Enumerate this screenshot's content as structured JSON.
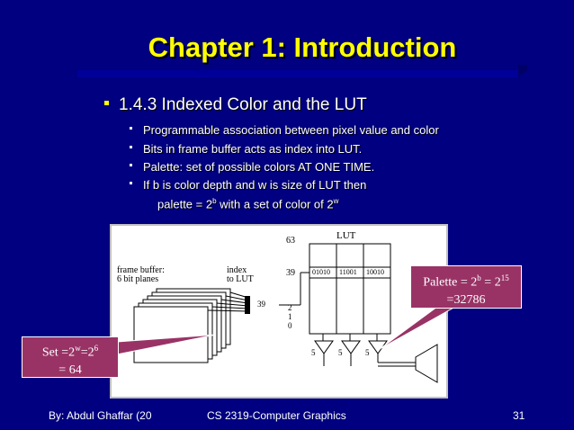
{
  "slide": {
    "title": "Chapter 1: Introduction",
    "main_bullet": "1.4.3 Indexed Color and the LUT",
    "sub_bullets": [
      "Programmable association between pixel value and color",
      "Bits in frame buffer acts as index into LUT.",
      "Palette: set of possible colors AT ONE TIME.",
      "If b is color depth and w is size of LUT then"
    ],
    "palette_line": {
      "prefix": "palette = 2",
      "exp_b": "b",
      "middle": " with a set of color of 2",
      "exp_w": "w"
    }
  },
  "diagram": {
    "frame_buffer_label": "frame buffer:",
    "bit_planes_label": "6 bit planes",
    "index_label": "index",
    "to_lut_label": "to LUT",
    "lut_label": "LUT",
    "index_63": "63",
    "index_39_left": "39",
    "index_39_mid": "39",
    "lut_row_bits": [
      "01010",
      "11001",
      "10010"
    ],
    "vertical_index": [
      "2",
      "1",
      "0"
    ],
    "output_labels": [
      "5",
      "5",
      "5"
    ]
  },
  "callouts": {
    "palette_line1": "Palette = 2",
    "palette_exp1": "b",
    "palette_eq": " = 2",
    "palette_exp2": "15",
    "palette_line2": "=32786",
    "set_line1_prefix": "Set =2",
    "set_exp_w": "w",
    "set_eq": "=2",
    "set_exp_6": "6",
    "set_line2": "= 64"
  },
  "footer": {
    "author": "By: Abdul Ghaffar (20",
    "course": "CS 2319-Computer Graphics",
    "page": "31"
  },
  "colors": {
    "background": "#000080",
    "title": "#ffff00",
    "title_band": "#000099",
    "callout": "#993366"
  }
}
